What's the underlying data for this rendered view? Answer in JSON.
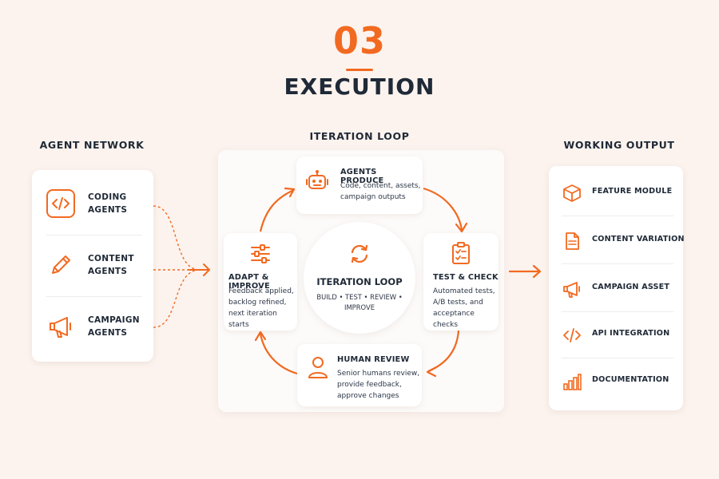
{
  "header": {
    "step_number": "03",
    "title": "EXECUTION"
  },
  "agent_network": {
    "title": "AGENT NETWORK",
    "items": [
      {
        "label_line1": "CODING",
        "label_line2": "AGENTS",
        "icon": "code-icon"
      },
      {
        "label_line1": "CONTENT",
        "label_line2": "AGENTS",
        "icon": "pencil-icon"
      },
      {
        "label_line1": "CAMPAIGN",
        "label_line2": "AGENTS",
        "icon": "megaphone-icon"
      }
    ]
  },
  "iteration_loop": {
    "title": "ITERATION LOOP",
    "center_title": "ITERATION LOOP",
    "center_subtitle_line1": "BUILD • TEST • REVIEW •",
    "center_subtitle_line2": "IMPROVE",
    "steps": {
      "produce": {
        "title": "AGENTS PRODUCE",
        "desc_line1": "Code, content, assets,",
        "desc_line2": "campaign outputs",
        "icon": "robot-icon"
      },
      "test": {
        "title": "TEST & CHECK",
        "desc_line1": "Automated tests,",
        "desc_line2": "A/B tests, and",
        "desc_line3": "acceptance checks",
        "icon": "clipboard-check-icon"
      },
      "review": {
        "title": "HUMAN REVIEW",
        "desc_line1": "Senior humans review,",
        "desc_line2": "provide feedback,",
        "desc_line3": "approve changes",
        "icon": "user-icon"
      },
      "improve": {
        "title": "ADAPT & IMPROVE",
        "desc_line1": "Feedback applied,",
        "desc_line2": "backlog refined,",
        "desc_line3": "next iteration starts",
        "icon": "sliders-icon"
      }
    }
  },
  "working_output": {
    "title": "WORKING OUTPUT",
    "items": [
      {
        "label": "FEATURE MODULE",
        "icon": "cube-icon"
      },
      {
        "label": "CONTENT VARIATION",
        "icon": "document-icon"
      },
      {
        "label": "CAMPAIGN ASSET",
        "icon": "megaphone-icon"
      },
      {
        "label": "API INTEGRATION",
        "icon": "code-icon"
      },
      {
        "label": "DOCUMENTATION",
        "icon": "bar-chart-icon"
      }
    ]
  },
  "colors": {
    "accent": "#f26a21",
    "background": "#fcf3ee",
    "card": "#ffffff",
    "text": "#1f2937"
  }
}
